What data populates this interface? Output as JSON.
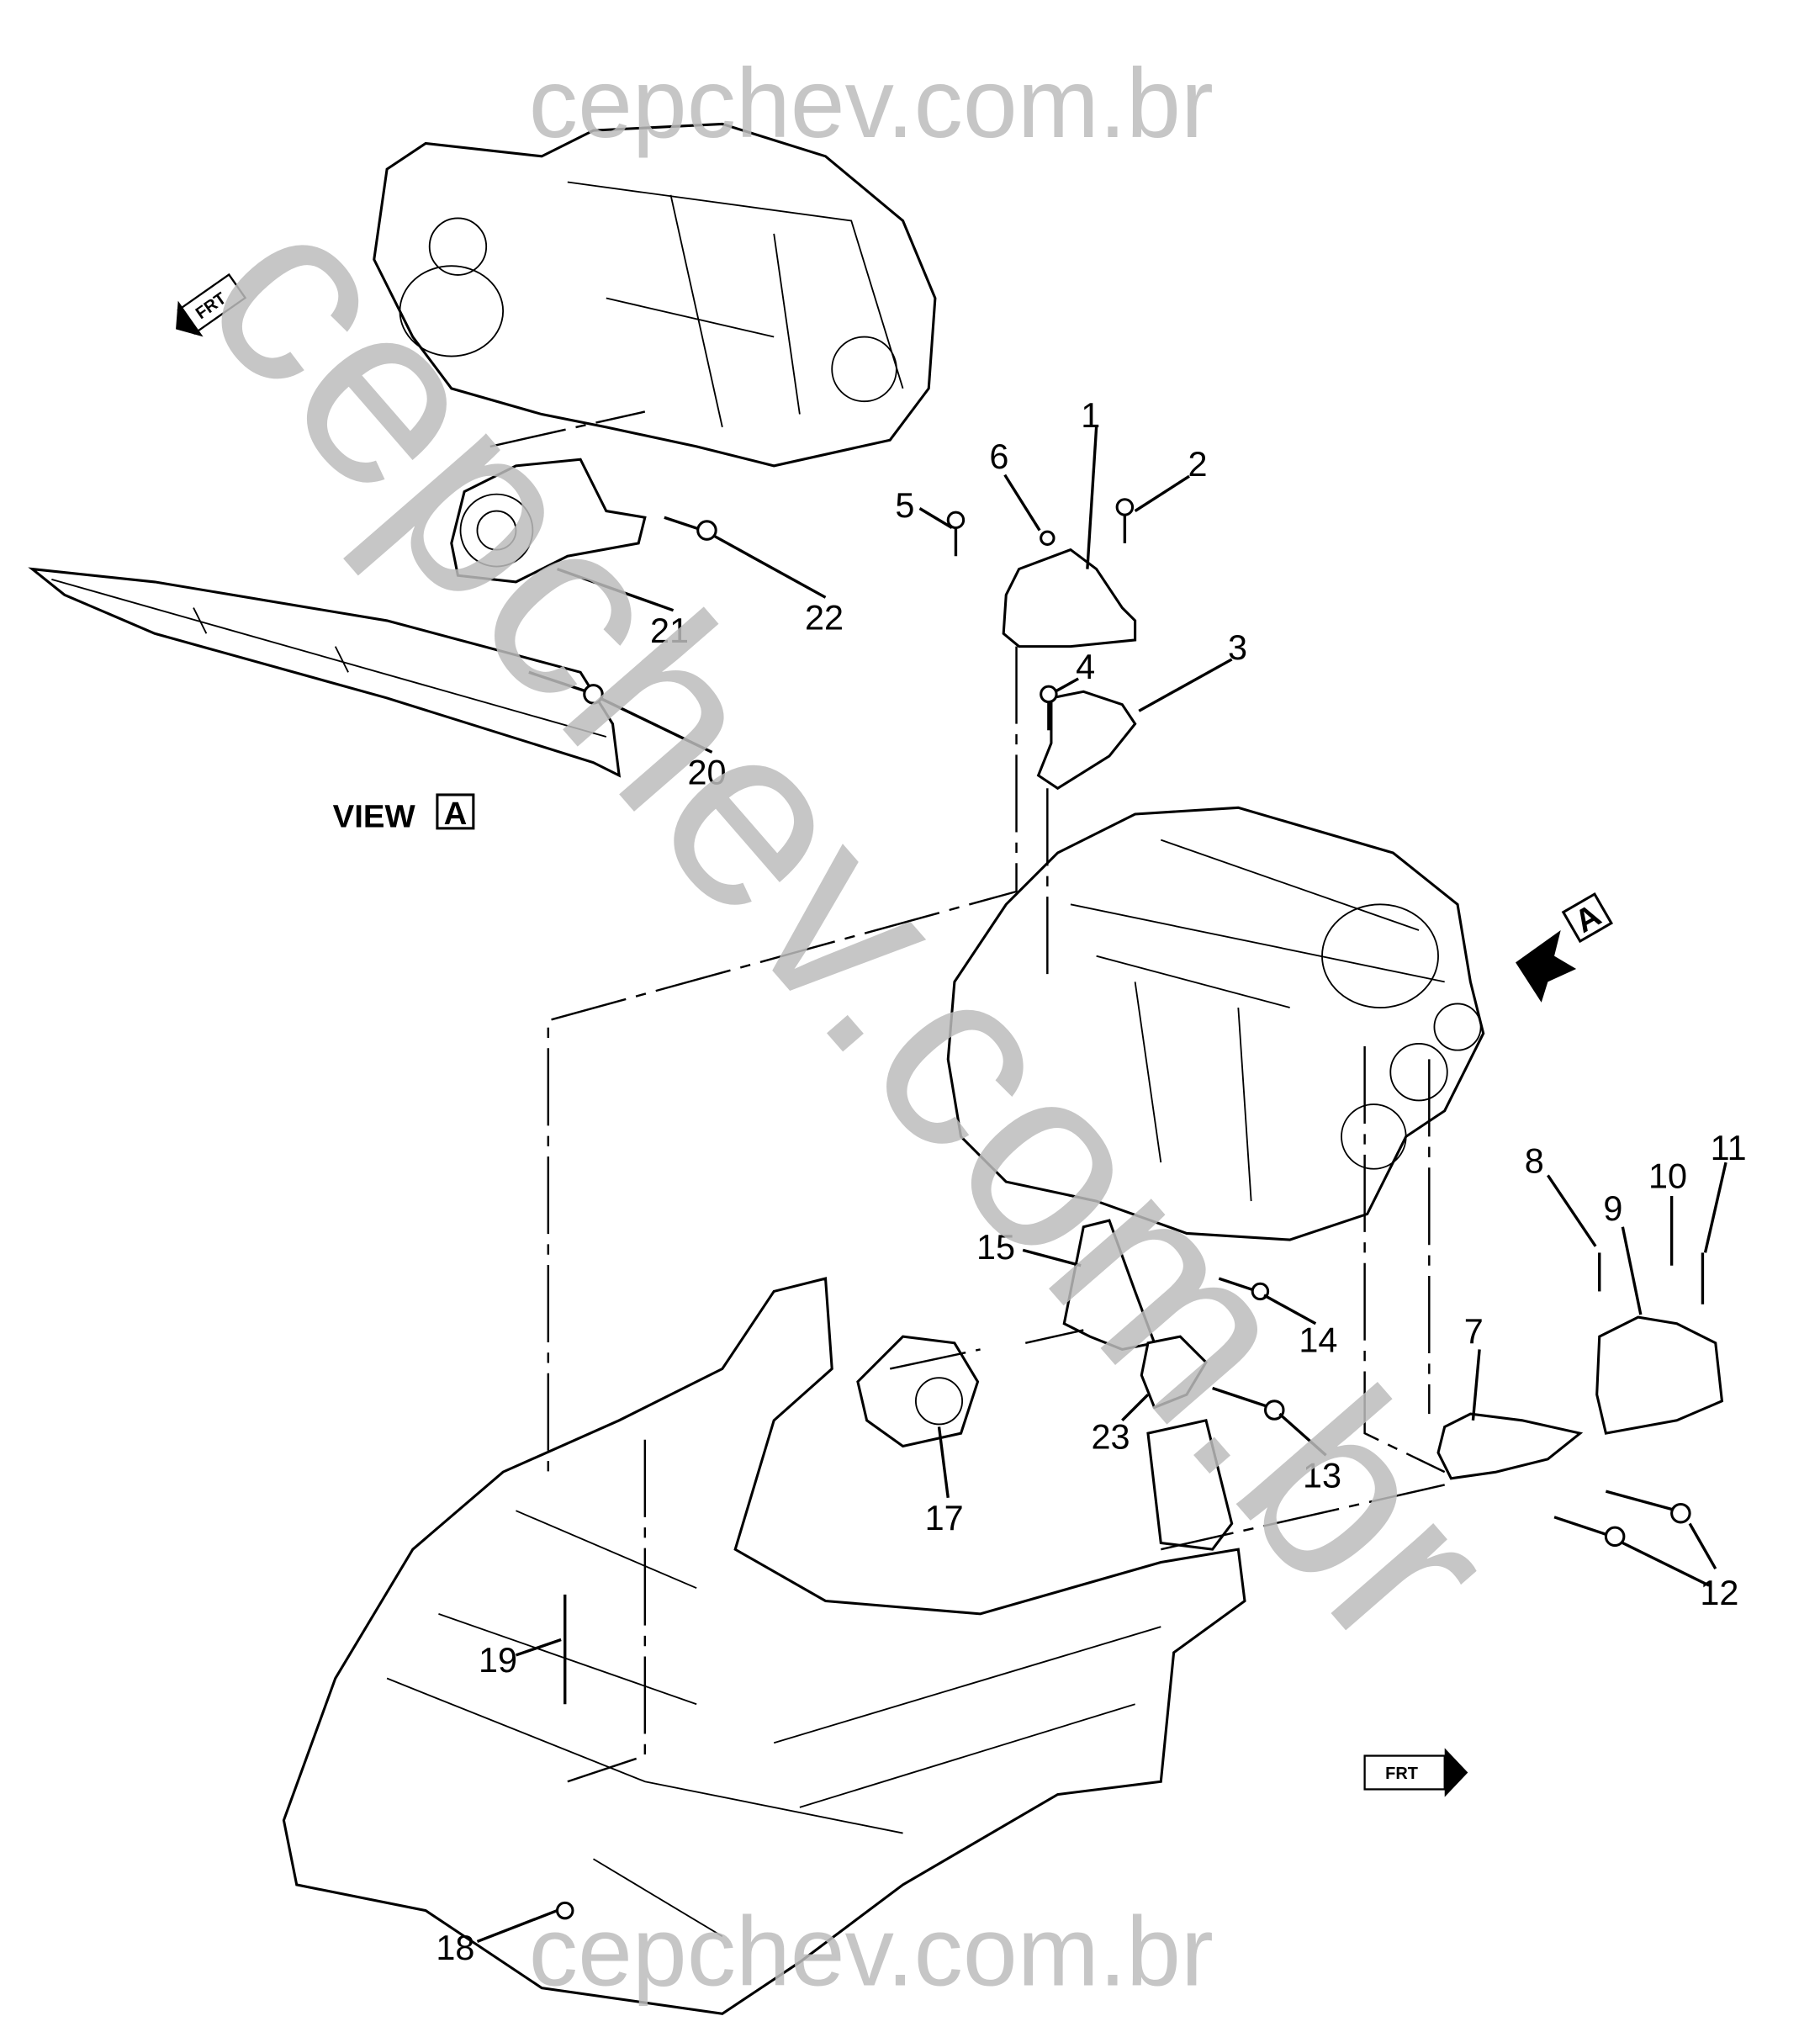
{
  "watermark": {
    "top": "cepchev.com.br",
    "diagonal": "cepchev.com.br",
    "bottom": "cepchev.com.br"
  },
  "view_label": {
    "text": "VIEW",
    "letter": "A"
  },
  "view_arrow": {
    "letter": "A"
  },
  "front_indicators": [
    {
      "text": "FRT"
    },
    {
      "text": "FRT"
    }
  ],
  "callouts": {
    "c1": "1",
    "c2": "2",
    "c3": "3",
    "c4": "4",
    "c5": "5",
    "c6": "6",
    "c7": "7",
    "c8": "8",
    "c9": "9",
    "c10": "10",
    "c11": "11",
    "c12": "12",
    "c13": "13",
    "c14": "14",
    "c15": "15",
    "c17": "17",
    "c18": "18",
    "c19": "19",
    "c20": "20",
    "c21": "21",
    "c22": "22",
    "c23": "23"
  }
}
